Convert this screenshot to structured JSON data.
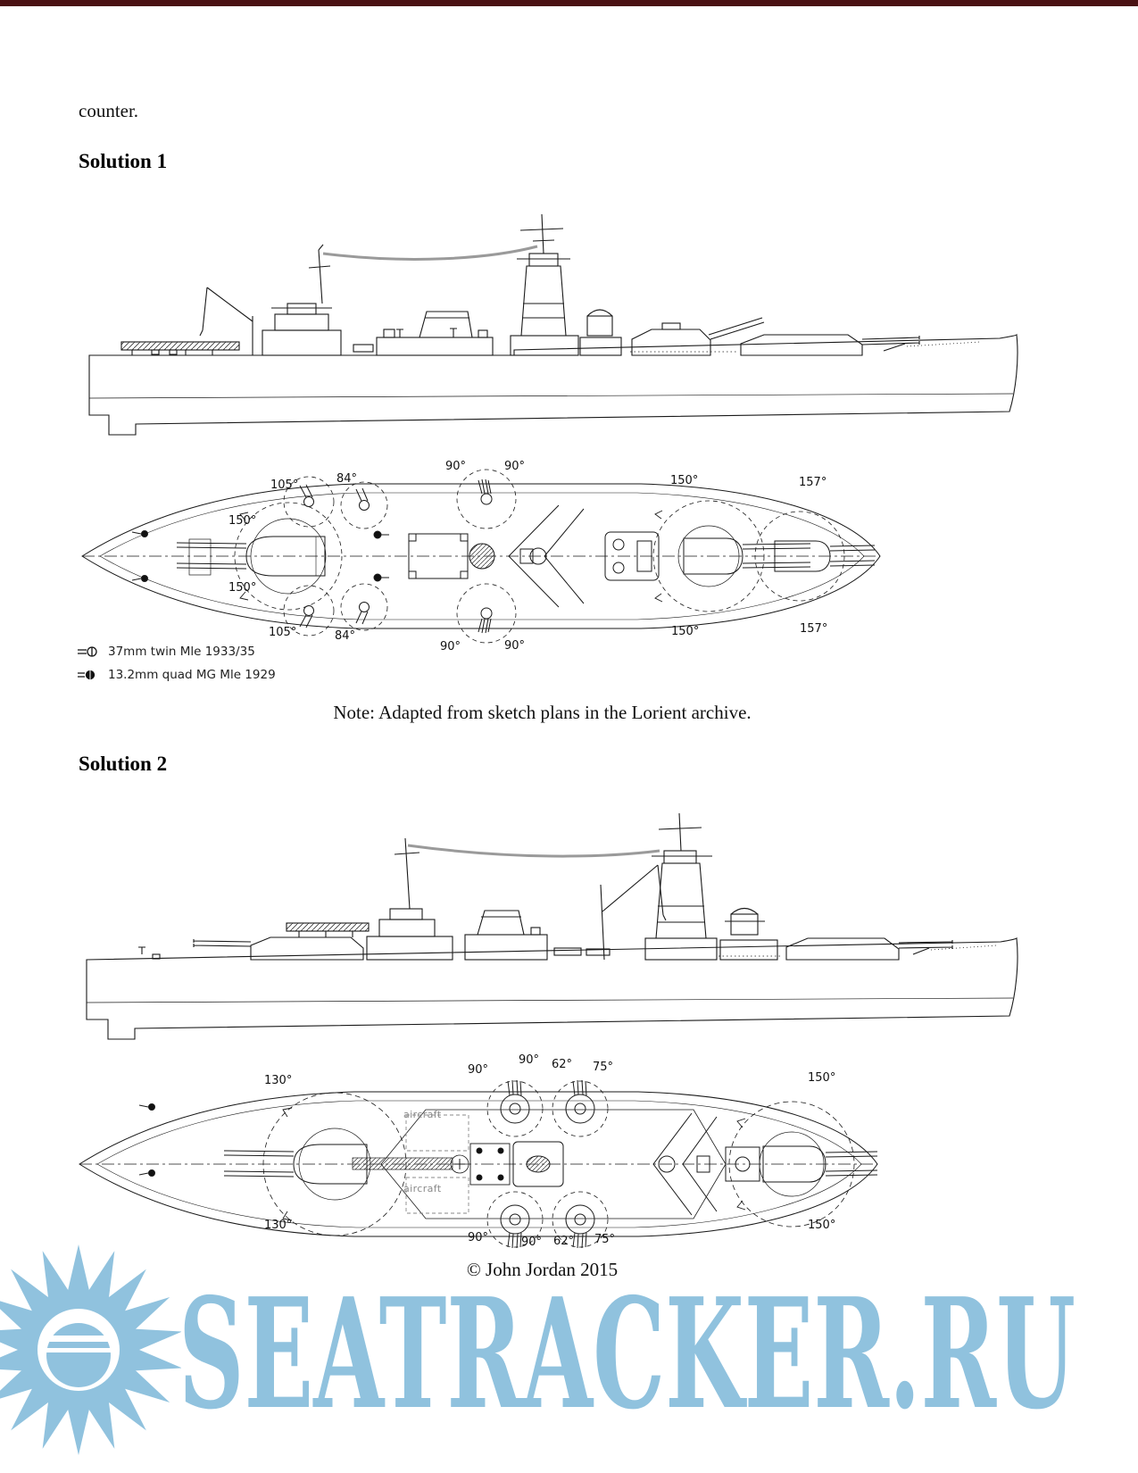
{
  "page": {
    "top_text": "counter."
  },
  "solution1": {
    "heading": "Solution 1",
    "plan": {
      "labels": [
        "105°",
        "84°",
        "90°",
        "90°",
        "150°",
        "157°",
        "150°",
        "150°",
        "105°",
        "84°",
        "90°",
        "90°",
        "150°",
        "157°"
      ]
    },
    "legend": [
      {
        "symbol": "twin-37mm-icon",
        "label": "37mm twin Mle 1933/35"
      },
      {
        "symbol": "quad-mg-icon",
        "label": "13.2mm quad MG Mle 1929"
      }
    ],
    "note": "Note: Adapted from sketch plans in the Lorient archive."
  },
  "solution2": {
    "heading": "Solution 2",
    "plan": {
      "labels": [
        "130°",
        "90°",
        "90°",
        "62°",
        "75°",
        "150°",
        "130°",
        "90°",
        "90°",
        "62°",
        "75°",
        "150°"
      ],
      "aircraft": [
        "aircraft",
        "aircraft"
      ]
    }
  },
  "footer": {
    "copyright": "© John Jordan 2015"
  },
  "watermark": {
    "text": "SEATRACKER.RU",
    "color": "#8cc0dd"
  }
}
